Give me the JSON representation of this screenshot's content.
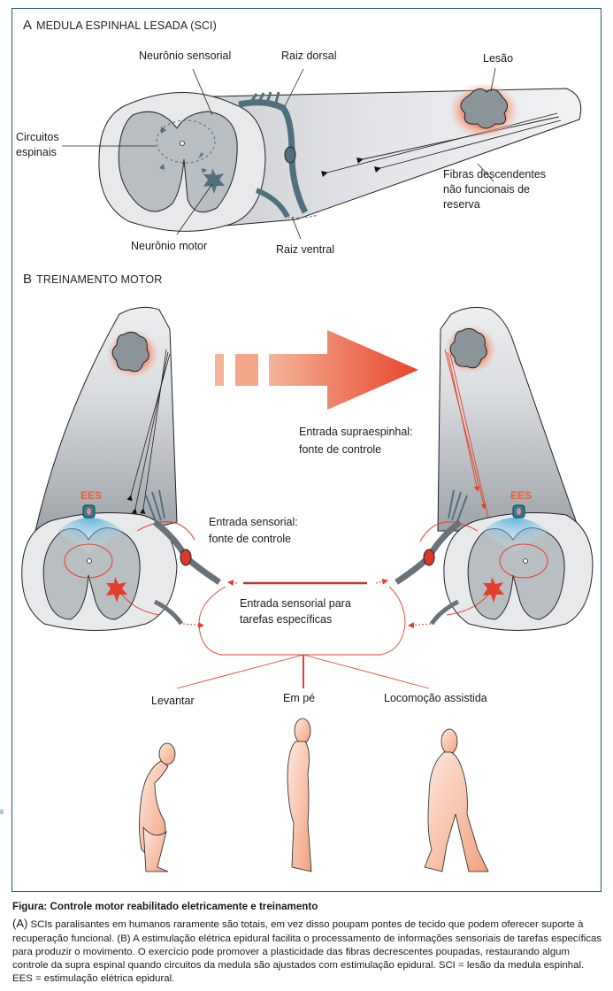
{
  "figure": {
    "border_color": "#1f5a78",
    "accent_color": "#e8613d",
    "panel_a": {
      "letter": "A",
      "title": "MEDULA ESPINHAL LESADA (SCI)",
      "labels": {
        "sensory_neuron": "Neurônio sensorial",
        "dorsal_root": "Raiz dorsal",
        "lesion": "Lesão",
        "spinal_circuits_line1": "Circuitos",
        "spinal_circuits_line2": "espinais",
        "descending_fibers_line1": "Fibras descendentes",
        "descending_fibers_line2": "não funcionais de",
        "descending_fibers_line3": "reserva",
        "motor_neuron": "Neurônio motor",
        "ventral_root": "Raiz ventral"
      }
    },
    "panel_b": {
      "letter": "B",
      "title": "TREINAMENTO MOTOR",
      "labels": {
        "supraspinal_line1": "Entrada supraespinhal:",
        "supraspinal_line2": "fonte de controle",
        "sensory_line1": "Entrada sensorial:",
        "sensory_line2": "fonte de controle",
        "task_line1": "Entrada sensorial para",
        "task_line2": "tarefas específicas",
        "ees_left": "EES",
        "ees_right": "EES"
      },
      "tasks": [
        {
          "label": "Levantar",
          "icon": "crouching-figure-icon"
        },
        {
          "label": "Em pé",
          "icon": "standing-figure-icon"
        },
        {
          "label": "Locomoção assistida",
          "icon": "walking-figure-icon"
        }
      ]
    }
  },
  "caption": {
    "title": "Figura: Controle motor reabilitado eletricamente e treinamento",
    "part_a_marker": "(A)",
    "body": " SCIs paralisantes em humanos raramente são totais, em vez disso poupam pontes de tecido que podem oferecer suporte à recuperação funcional. (B) A estimulação elétrica epidural facilita o processamento de informações sensoriais de tarefas específicas para produzir o movimento. O exercício pode promover a plasticidade das fibras decrescentes poupadas, restaurando algum controle da supra espinal quando circuitos da medula são ajustados com estimulação epidural. SCI = lesão da medula espinhal. EES = estimulação elétrica epidural."
  }
}
